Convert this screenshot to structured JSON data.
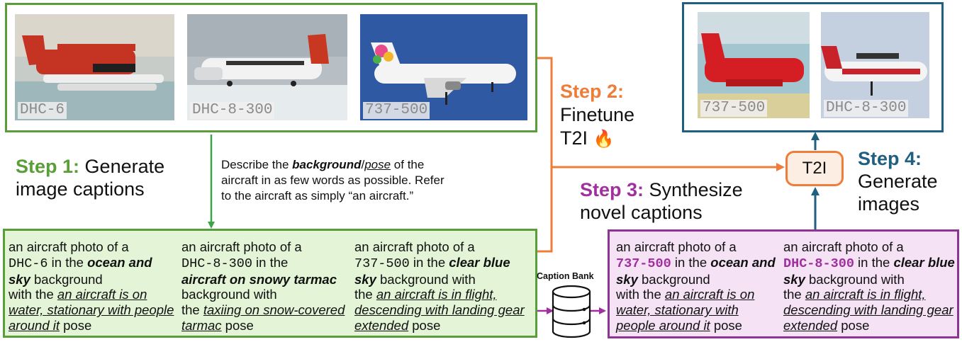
{
  "steps": {
    "step1": {
      "num": "Step 1:",
      "label_line1": "Generate",
      "label_line2": "image captions"
    },
    "step2": {
      "num": "Step 2:",
      "label_line1": "Finetune",
      "label_line2": "T2I",
      "fire": "🔥"
    },
    "step3": {
      "num": "Step 3:",
      "label_line1": "Synthesize",
      "label_line2": "novel captions"
    },
    "step4": {
      "num": "Step 4:",
      "label_line1": "Generate",
      "label_line2": "images"
    }
  },
  "colors": {
    "green": "#5a9e3a",
    "green_fill": "#e3f5d6",
    "orange": "#ee7d3a",
    "purple": "#8e3494",
    "purple_fill": "#f5e3f5",
    "blue": "#1f5f80"
  },
  "input_images": [
    {
      "label": "DHC-6"
    },
    {
      "label": "DHC-8-300"
    },
    {
      "label": "737-500"
    }
  ],
  "output_images": [
    {
      "label": "737-500"
    },
    {
      "label": "DHC-8-300"
    }
  ],
  "instruction": {
    "p1": "Describe the ",
    "background": "background",
    "slash": "/",
    "pose": "pose",
    "p2": " of the",
    "line2": "aircraft in as few words as possible. Refer",
    "line3": "to the aircraft as simply “an aircraft.”"
  },
  "captions": [
    {
      "prefix": "an aircraft photo of a",
      "model": "DHC-6",
      "in_the": " in the ",
      "background": "ocean and sky",
      "bg_word": " background",
      "with_the": "with the ",
      "pose": "an aircraft is on water, stationary with people around it",
      "pose_word": " pose"
    },
    {
      "prefix": "an aircraft photo of  a",
      "model": "DHC-8-300",
      "in_the": " in the",
      "background": "aircraft on snowy tarmac",
      "bg_word": " background with",
      "with_the": "the ",
      "pose": "taxiing on snow-covered tarmac",
      "pose_word": " pose"
    },
    {
      "prefix": "an aircraft photo of a",
      "model": "737-500",
      "in_the": " in the ",
      "background": "clear blue sky",
      "bg_word": " background with",
      "with_the": "the ",
      "pose": "an aircraft is in flight, descending with landing gear extended",
      "pose_word": " pose"
    }
  ],
  "novel_captions": [
    {
      "prefix": "an aircraft photo of a",
      "model": "737-500",
      "in_the": " in the ",
      "background": "ocean and sky",
      "bg_word": " background",
      "with_the": "with the ",
      "pose": "an aircraft is on water, stationary with people around it",
      "pose_word": " pose"
    },
    {
      "prefix": "an aircraft photo of a",
      "model": "DHC-8-300",
      "in_the": " in the ",
      "background": "clear blue sky",
      "bg_word": " background with",
      "with_the": "the ",
      "pose": "an aircraft is in flight, descending with landing gear extended",
      "pose_word": " pose"
    }
  ],
  "caption_bank": {
    "label": "Caption Bank"
  },
  "t2i": {
    "label": "T2I"
  }
}
